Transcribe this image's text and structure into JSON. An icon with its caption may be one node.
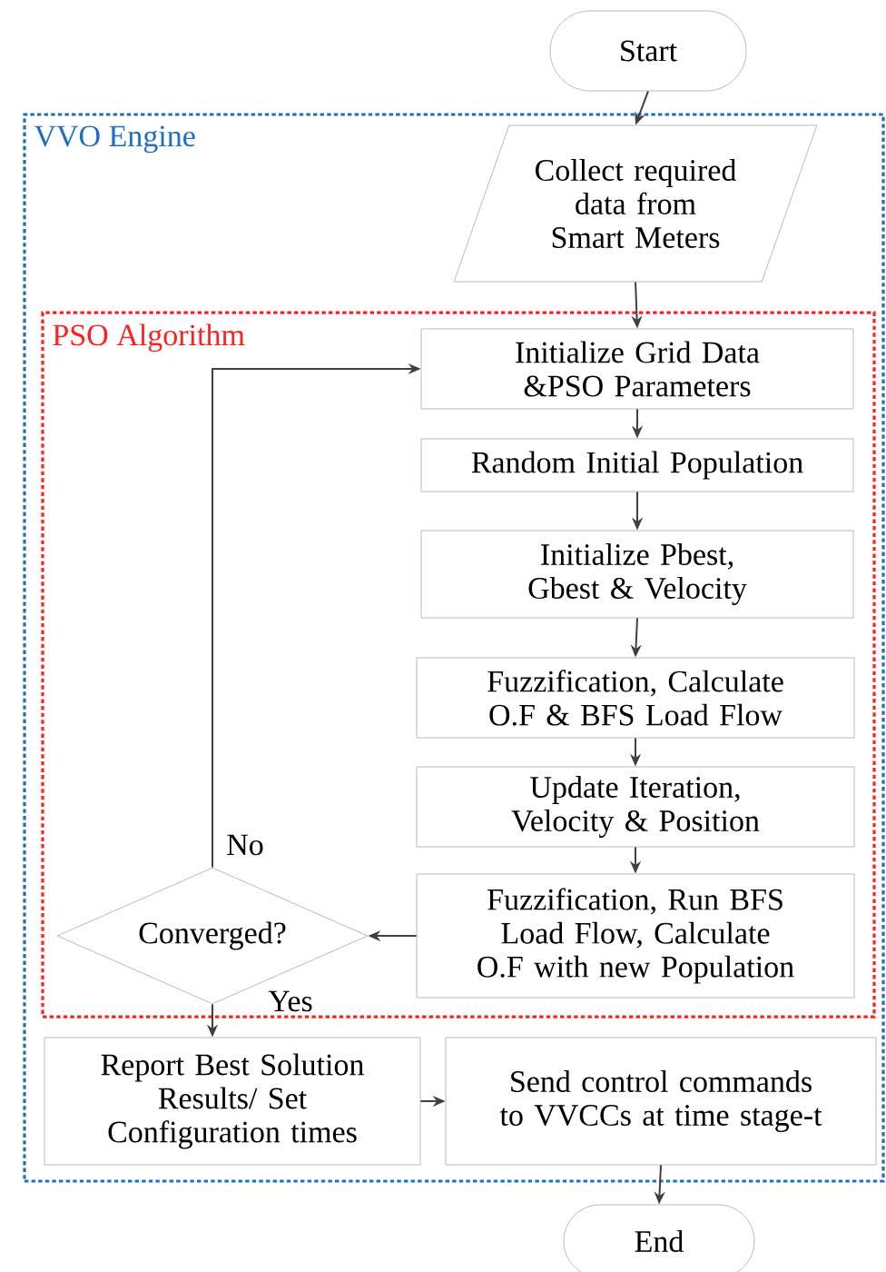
{
  "diagram": {
    "nodes": [
      {
        "text": [
          "Start"
        ]
      },
      {
        "text": [
          "VVO Engine"
        ]
      },
      {
        "text": [
          "Collect required data from Smart Meters"
        ],
        "in": 1
      },
      {
        "text": [
          "PSO Algorithm"
        ],
        "in": 1
      },
      {
        "text": [
          "Initialize Grid Data &PSO Parameters"
        ],
        "in": 3
      },
      {
        "text": [
          "Random Initial Population"
        ],
        "in": 3
      },
      {
        "text": [
          "Initialize Pbest, Gbest & Velocity"
        ],
        "in": 3
      },
      {
        "text": [
          "Fuzzification, Calculate O.F & BFS Load Flow"
        ],
        "in": 3
      },
      {
        "text": [
          "Update Iteration, Velocity & Position"
        ],
        "in": 3
      },
      {
        "text": [
          "Fuzzification, Run BFS Load Flow, Calculate O.F with new Population"
        ],
        "in": 3
      },
      {
        "text": [
          "Converged?"
        ],
        "in": 3
      },
      {
        "text": [
          "Report Best Solution Results/ Set Configuration times"
        ],
        "in": 1
      },
      {
        "text": [
          "Send control commands to VVCCs at time stage-t"
        ],
        "in": 1
      },
      {
        "text": [
          "End"
        ]
      }
    ],
    "edges": [
      {
        "from": 0,
        "to": 2,
        "arrow": "to"
      },
      {
        "from": 2,
        "to": 4,
        "arrow": "to"
      },
      {
        "from": 4,
        "to": 5,
        "arrow": "to"
      },
      {
        "from": 5,
        "to": 6,
        "arrow": "to"
      },
      {
        "from": 6,
        "to": 7,
        "arrow": "to"
      },
      {
        "from": 7,
        "to": 8,
        "arrow": "to"
      },
      {
        "from": 8,
        "to": 9,
        "arrow": "to"
      },
      {
        "from": 9,
        "to": 10,
        "arrow": "to"
      },
      {
        "from": 10,
        "to": 4,
        "arrow": "to",
        "label": "No"
      },
      {
        "from": 10,
        "to": 11,
        "arrow": "to",
        "label": "Yes"
      },
      {
        "from": 11,
        "to": 12,
        "arrow": "to"
      },
      {
        "from": 12,
        "to": 13,
        "arrow": "to"
      }
    ]
  }
}
